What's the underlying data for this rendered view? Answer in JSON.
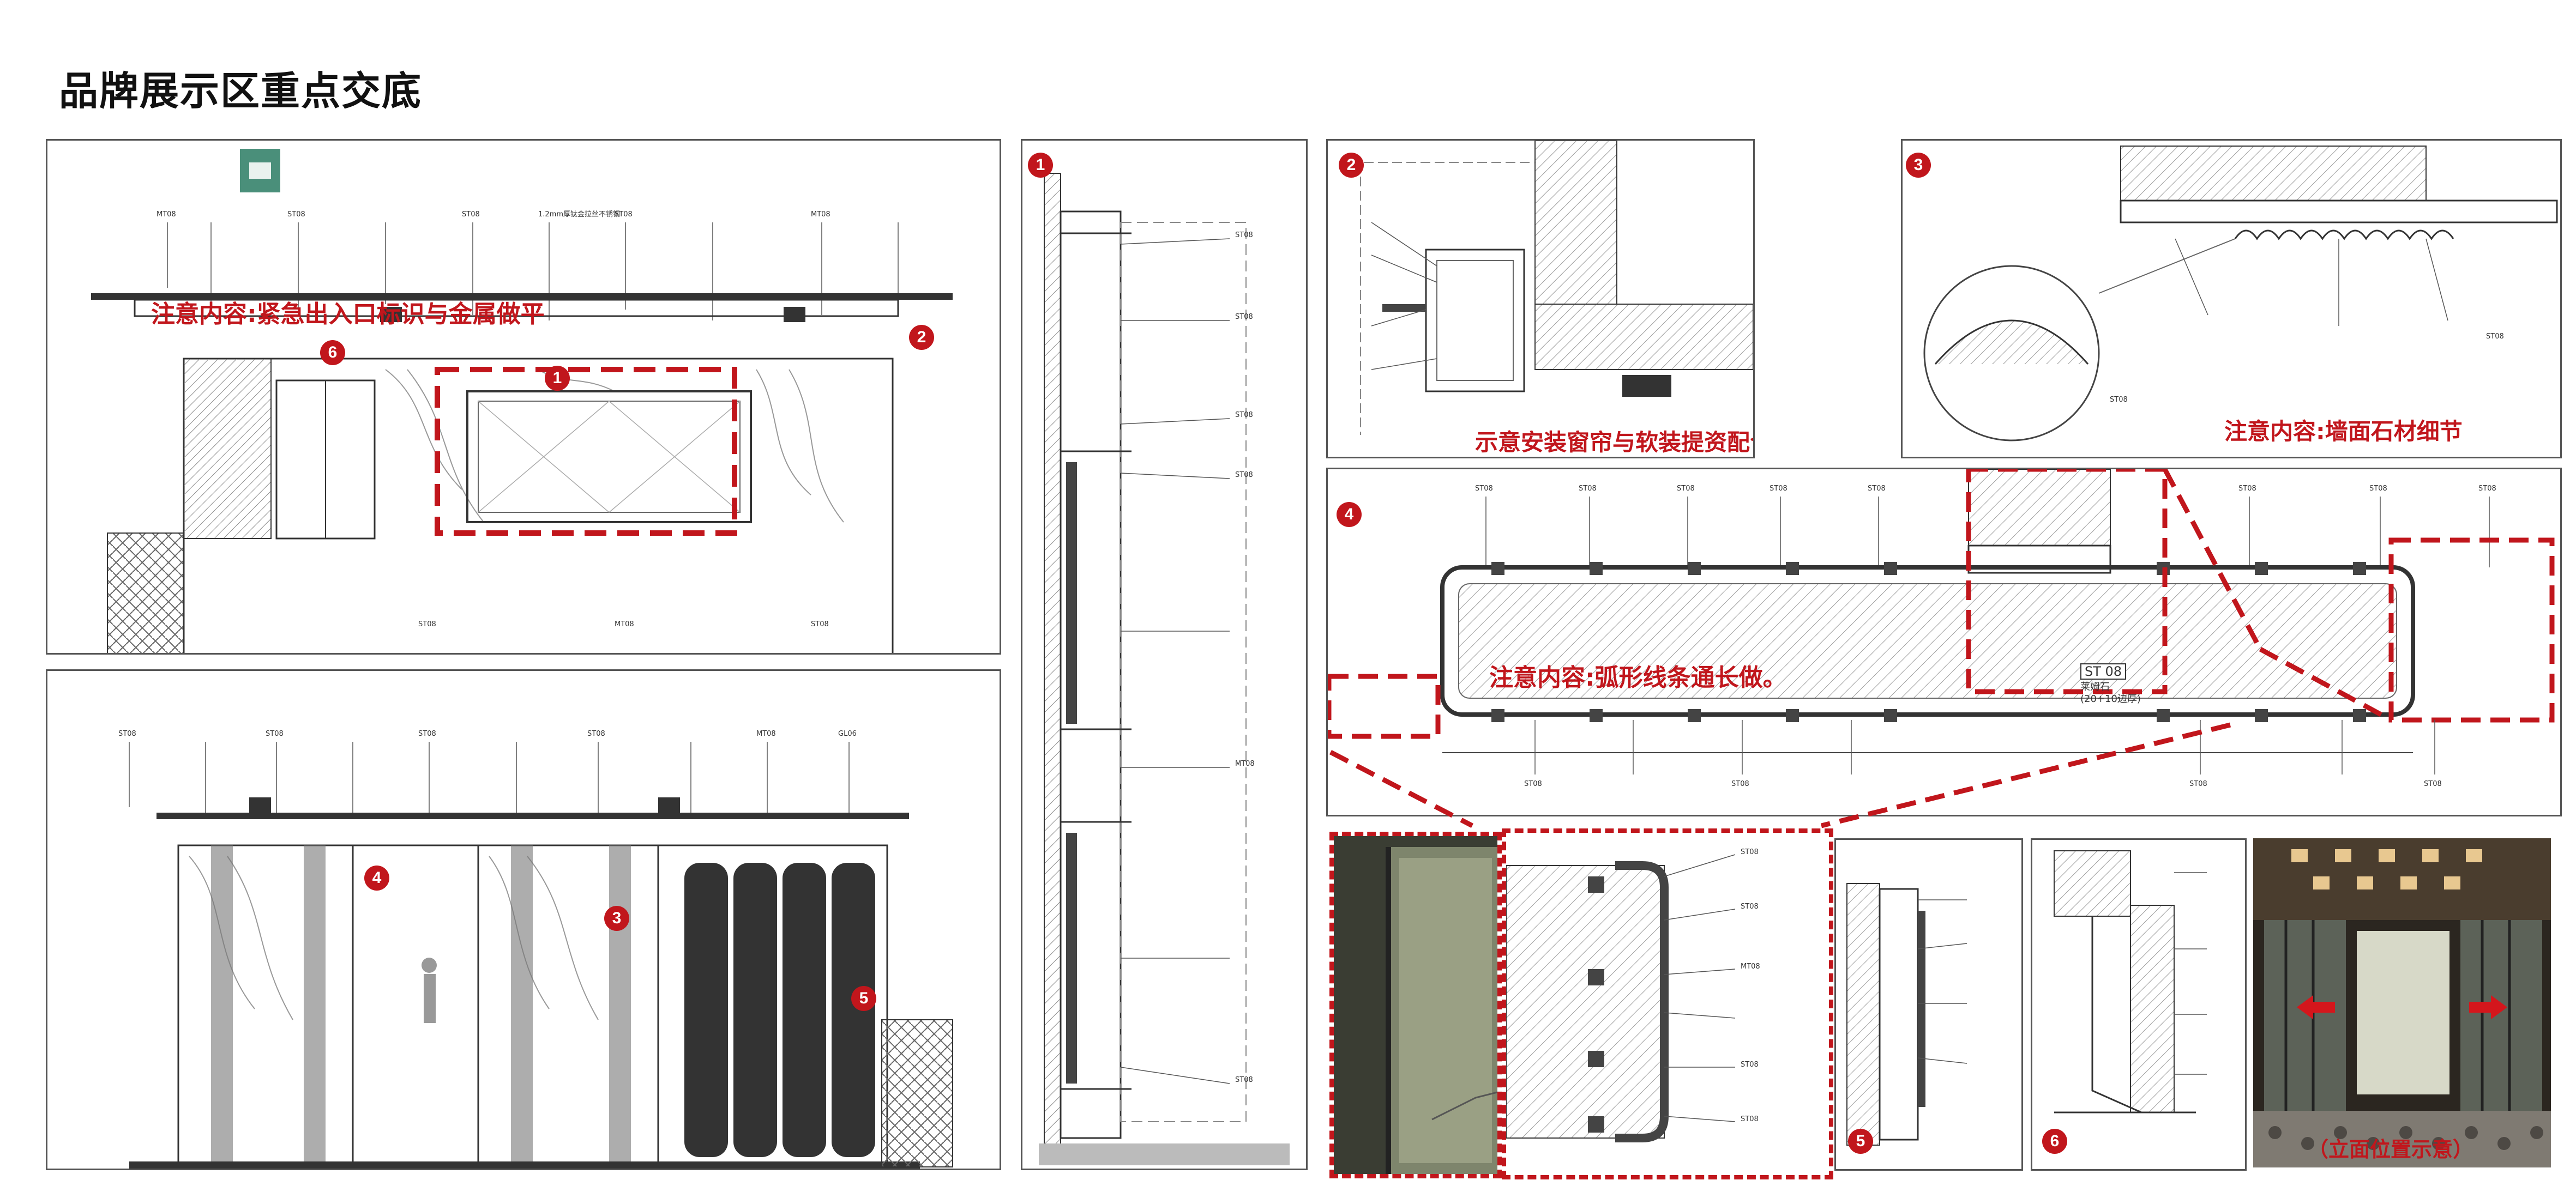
{
  "page_title": "品牌展示区重点交底",
  "notes": {
    "exit_sign": "注意内容:紧急出入口标识与金属做平",
    "curtain": "示意安装窗帘与软装提资配合",
    "stone_detail": "注意内容:墙面石材细节",
    "arc_strip": "注意内容:弧形线条通长做。",
    "render_caption": "（立面位置示意）"
  },
  "markers": {
    "m1": "1",
    "m2": "2",
    "m3": "3",
    "m4": "4",
    "m5": "5",
    "m6": "6"
  },
  "tags": {
    "st08": "ST08",
    "mt08": "MT08",
    "st08_big": "ST 08",
    "stone_name": "莱姆石",
    "stone_size": "(20+10边厚)",
    "stainless": "1.2mm厚钛金拉丝不锈钢",
    "gl06": "GL06"
  },
  "colors": {
    "accent_red": "#c1161c",
    "line": "#333333",
    "hatch": "#777777"
  }
}
